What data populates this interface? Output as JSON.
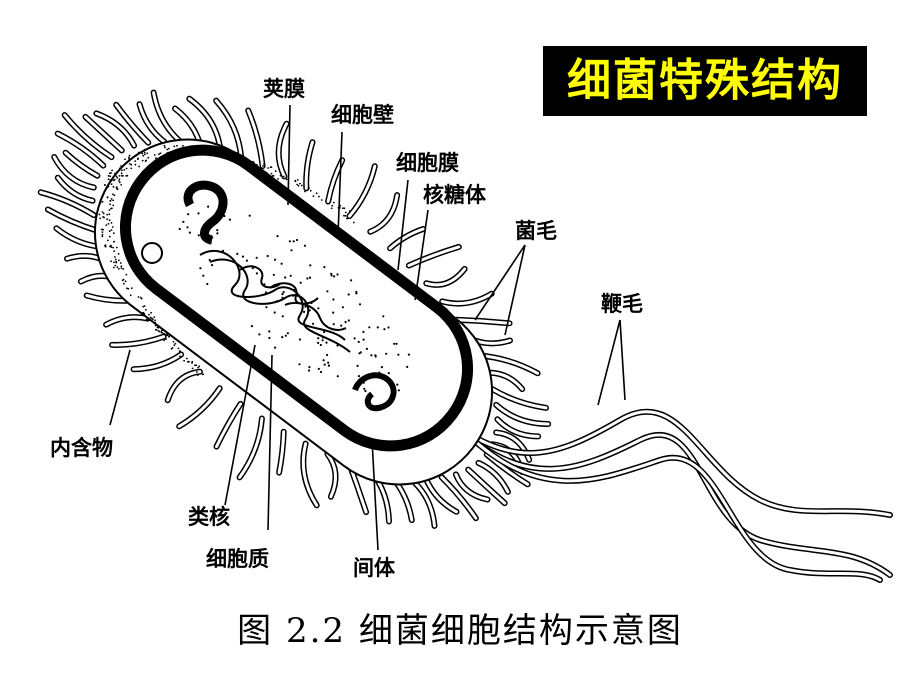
{
  "title": "细菌特殊结构",
  "labels": {
    "capsule": "荚膜",
    "cell_wall": "细胞壁",
    "cell_membrane": "细胞膜",
    "ribosome": "核糖体",
    "pili": "菌毛",
    "flagella": "鞭毛",
    "inclusion": "内含物",
    "nucleoid": "类核",
    "cytoplasm": "细胞质",
    "mesosome": "间体"
  },
  "caption": "图 2.2   细菌细胞结构示意图",
  "colors": {
    "title_bg": "#000000",
    "title_text": "#ffff00",
    "ink": "#000000"
  }
}
